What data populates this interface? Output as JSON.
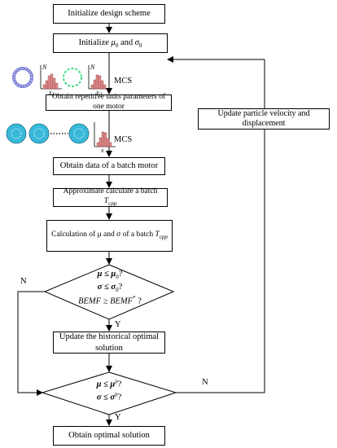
{
  "flowchart": {
    "steps": {
      "init_design": "Initialize design scheme",
      "init_params_prefix": "Initialize ",
      "init_params_mu": "μ",
      "init_params_mu_sub": "0",
      "init_params_and": " and ",
      "init_params_sigma": "σ",
      "init_params_sigma_sub": "0",
      "obtain_units": "Obtain repetitive units parameters of one motor",
      "obtain_batch": "Obtain data of a batch motor",
      "approx_prefix": "Approximate calculate a batch ",
      "approx_var": "T",
      "approx_var_sub": "cpp",
      "calc_prefix": "Calculation of μ and σ of a batch ",
      "calc_var": "T",
      "calc_var_sub": "cpp",
      "update_hist_line1": "Update the historical optimal",
      "update_hist_line2": "solution",
      "obtain_optimal": "Obtain optimal solution",
      "update_particle_line1": "Update particle velocity and",
      "update_particle_line2": "displacement"
    },
    "decision1": {
      "line1_lhs": "μ ≤ μ",
      "line1_sub": "0",
      "line2_lhs": "σ ≤ σ",
      "line2_sub": "0",
      "line3_lhs": "BEMF ≥ BEMF",
      "line3_sup": "*",
      "q": "?"
    },
    "decision2": {
      "line1_lhs": "μ ≤ μ",
      "line1_sup": "p",
      "line2_lhs": "σ ≤ σ",
      "line2_sup": "p",
      "q": "?"
    },
    "labels": {
      "mcs1": "MCS",
      "mcs2": "MCS",
      "n_left": "N",
      "n_right": "N",
      "y1": "Y",
      "y2": "Y",
      "axis_N1": "N",
      "axis_N2": "N",
      "axis_x1": "x",
      "axis_x1_sub": "1",
      "axis_x2": "x",
      "axis_x2_sub": "2",
      "axis_x": "x"
    },
    "colors": {
      "stator_ring": "#7b7fd6",
      "rotor_ring": "#3ddc84",
      "motor_fill": "#39b9d9",
      "histogram": "#e08a8a",
      "line": "#000000"
    }
  }
}
